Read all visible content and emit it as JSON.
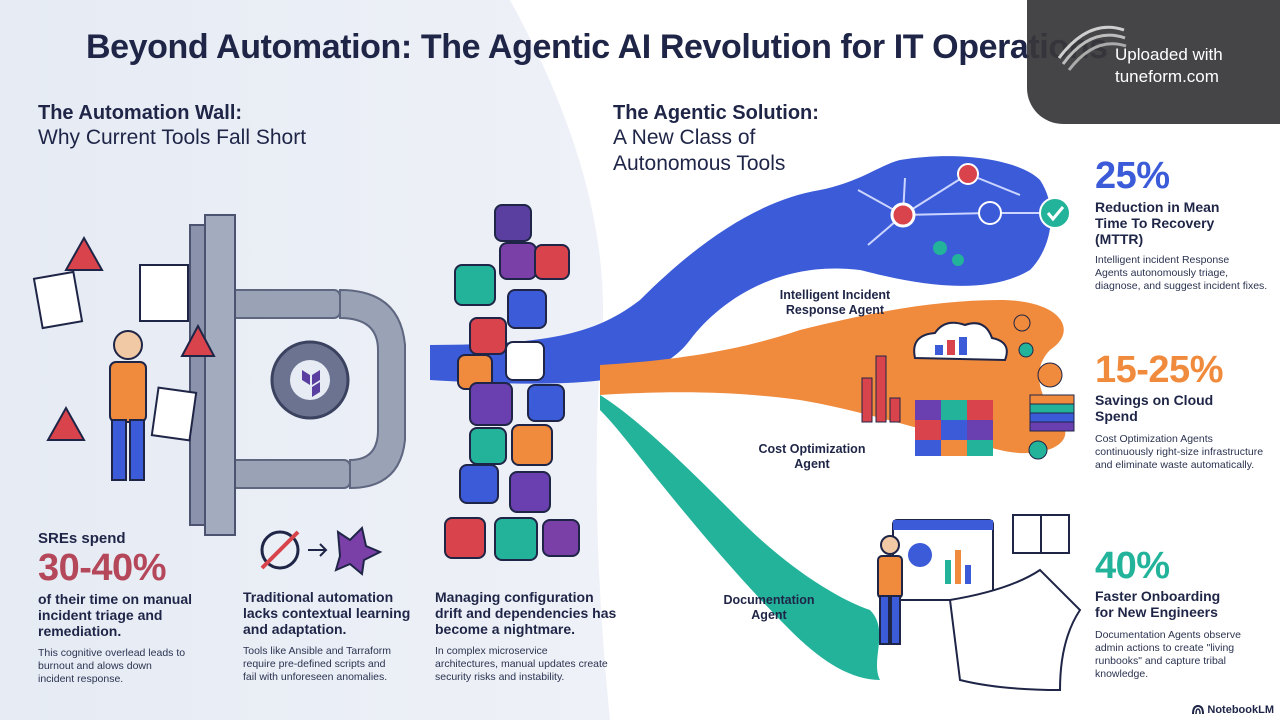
{
  "title": "Beyond Automation: The Agentic AI Revolution for IT Operations",
  "left_section": {
    "heading": "The Automation Wall:",
    "subheading": "Why Current Tools Fall Short"
  },
  "right_section": {
    "heading": "The Agentic Solution:",
    "subheading_line1": "A New Class of",
    "subheading_line2": "Autonomous Tools"
  },
  "problems": [
    {
      "pre": "SREs spend",
      "big": "30-40%",
      "bold_lines": [
        "of their time on manual",
        "incident triage and",
        "remediation."
      ],
      "small_lines": [
        "This cognitive overlead leads to",
        "burnout and alows down",
        "incident response."
      ]
    },
    {
      "bold_lines": [
        "Traditional automation",
        "lacks contextual learning",
        "and adaptation."
      ],
      "small_lines": [
        "Tools like Ansible and Tarraform",
        "require pre-defined scripts and",
        "fail with unforeseen anomalies."
      ]
    },
    {
      "bold_lines": [
        "Managing configuration",
        "drift and dependencies has",
        "become a nightmare."
      ],
      "small_lines": [
        "In complex microservice",
        "architectures, manual updates create",
        "security risks and instability."
      ]
    }
  ],
  "agents": [
    {
      "label_lines": [
        "Intelligent Incident",
        "Response Agent"
      ],
      "stat": "25%",
      "bold_lines": [
        "Reduction in Mean",
        "Time To Recovery",
        "(MTTR)"
      ],
      "small_lines": [
        "Intelligent incident Response",
        "Agents autonomously triage,",
        "diagnose, and suggest incident fixes."
      ],
      "color": "#3b5bd9"
    },
    {
      "label_lines": [
        "Cost Optimization",
        "Agent"
      ],
      "stat": "15-25%",
      "bold_lines": [
        "Savings on Cloud",
        "Spend"
      ],
      "small_lines": [
        "Cost Optimization Agents",
        "continuously right-size infrastructure",
        "and eliminate waste automatically."
      ],
      "color": "#f08a3c"
    },
    {
      "label_lines": [
        "Documentation",
        "Agent"
      ],
      "stat": "40%",
      "bold_lines": [
        "Faster Onboarding",
        "for New Engineers"
      ],
      "small_lines": [
        "Documentation Agents observe",
        "admin actions to create \"living",
        "runbooks\" and capture tribal",
        "knowledge."
      ],
      "color": "#22b39a"
    }
  ],
  "watermark": {
    "line1": "Uploaded with",
    "line2": "tuneform.com"
  },
  "footer": {
    "brand": "NotebookLM"
  },
  "colors": {
    "navy": "#1f2547",
    "stat_red": "#b5475a",
    "blue": "#3b5bd9",
    "orange": "#f08a3c",
    "teal": "#22b39a"
  }
}
